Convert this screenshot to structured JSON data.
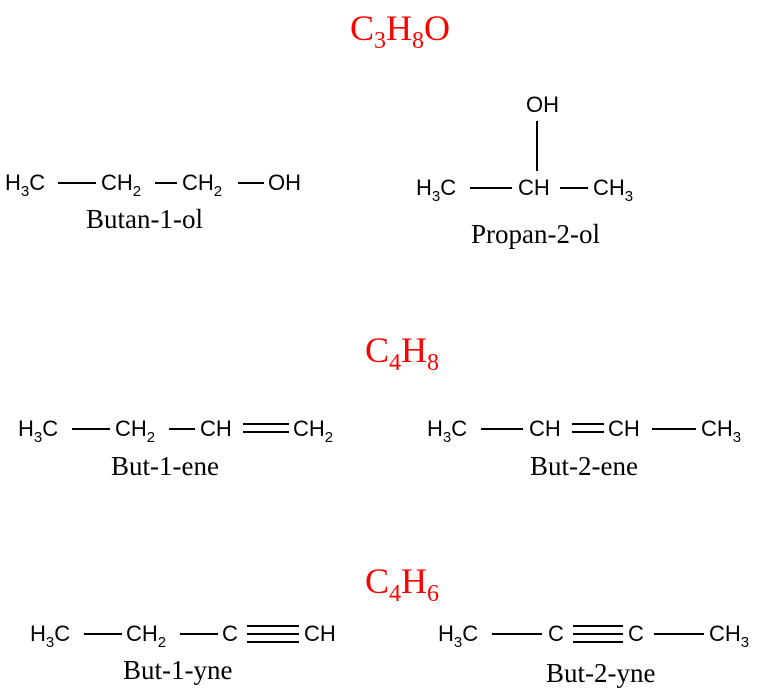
{
  "sections": [
    {
      "formula": {
        "parts": [
          "C",
          "3",
          "H",
          "8",
          "O"
        ],
        "color": "#ff0000"
      },
      "isomers": [
        {
          "name": "Butan-1-ol",
          "structure": [
            "H3C",
            "CH2",
            "CH2",
            "OH"
          ],
          "bonds": [
            "single",
            "single",
            "single"
          ]
        },
        {
          "name": "Propan-2-ol",
          "structure": [
            "H3C",
            "CH",
            "CH3"
          ],
          "branch": {
            "atom": "OH",
            "attached_to": "CH",
            "bond": "single"
          },
          "bonds": [
            "single",
            "single"
          ]
        }
      ]
    },
    {
      "formula": {
        "parts": [
          "C",
          "4",
          "H",
          "8"
        ],
        "color": "#ff0000"
      },
      "isomers": [
        {
          "name": "But-1-ene",
          "structure": [
            "H3C",
            "CH2",
            "CH",
            "CH2"
          ],
          "bonds": [
            "single",
            "single",
            "double"
          ]
        },
        {
          "name": "But-2-ene",
          "structure": [
            "H3C",
            "CH",
            "CH",
            "CH3"
          ],
          "bonds": [
            "single",
            "double",
            "single"
          ]
        }
      ]
    },
    {
      "formula": {
        "parts": [
          "C",
          "4",
          "H",
          "6"
        ],
        "color": "#ff0000"
      },
      "isomers": [
        {
          "name": "But-1-yne",
          "structure": [
            "H3C",
            "CH2",
            "C",
            "CH"
          ],
          "bonds": [
            "single",
            "single",
            "triple"
          ]
        },
        {
          "name": "But-2-yne",
          "structure": [
            "H3C",
            "C",
            "C",
            "CH3"
          ],
          "bonds": [
            "single",
            "triple",
            "single"
          ]
        }
      ]
    }
  ],
  "sub": {
    "h": "H",
    "c": "C",
    "o": "O",
    "n2": "2",
    "n3": "3"
  }
}
